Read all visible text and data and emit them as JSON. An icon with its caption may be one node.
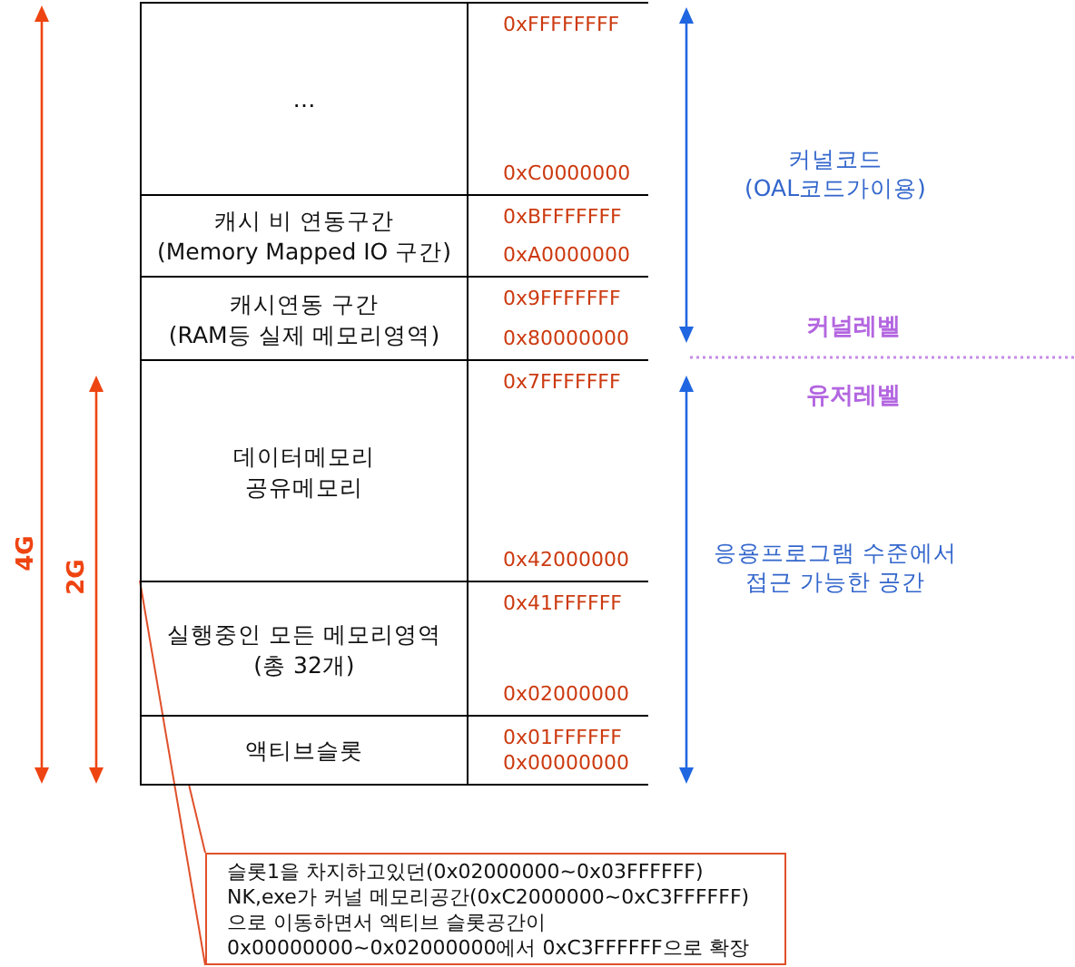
{
  "diagram": {
    "nodes": [
      {
        "text": [
          "…"
        ],
        "beside": [
          "0xFFFFFFFF",
          "0xC0000000"
        ]
      },
      {
        "text": [
          "캐시 비 연동구간 (Memory Mapped IO 구간)"
        ],
        "beside": [
          "0xBFFFFFFF",
          "0xA0000000"
        ]
      },
      {
        "text": [
          "캐시연동 구간 (RAM등 실제 메모리영역)"
        ],
        "beside": [
          "0x9FFFFFFF",
          "0x80000000"
        ]
      },
      {
        "text": [
          "데이터메모리 공유메모리"
        ],
        "beside": [
          "0x7FFFFFFF",
          "0x42000000"
        ]
      },
      {
        "text": [
          "실행중인 모든 메모리영역 (총 32개)"
        ],
        "beside": [
          "0x41FFFFFF",
          "0x02000000"
        ]
      },
      {
        "text": [
          "액티브슬롯"
        ],
        "beside": [
          "0x01FFFFFF",
          "0x00000000"
        ]
      },
      {
        "text": [
          "슬롯1을 차지하고있던(0x02000000~0x03FFFFFF) NK,exe가 커널 메모리공간(0xC2000000~0xC3FFFFFF)으로 이동하면서 엑티브 슬롯공간이 0x00000000~0x02000000에서 0xC3FFFFFF으로 확장"
        ]
      }
    ],
    "edges": [
      {
        "from": 6,
        "to": 4,
        "arrow": "none"
      },
      {
        "from": 6,
        "to": 5,
        "arrow": "none"
      }
    ],
    "labels": [
      "커널코드 (OAL코드가이용)",
      "커널레벨",
      "유저레벨",
      "4G",
      "2G",
      "응용프로그램 수준에서 접근 가능한 공간"
    ]
  }
}
